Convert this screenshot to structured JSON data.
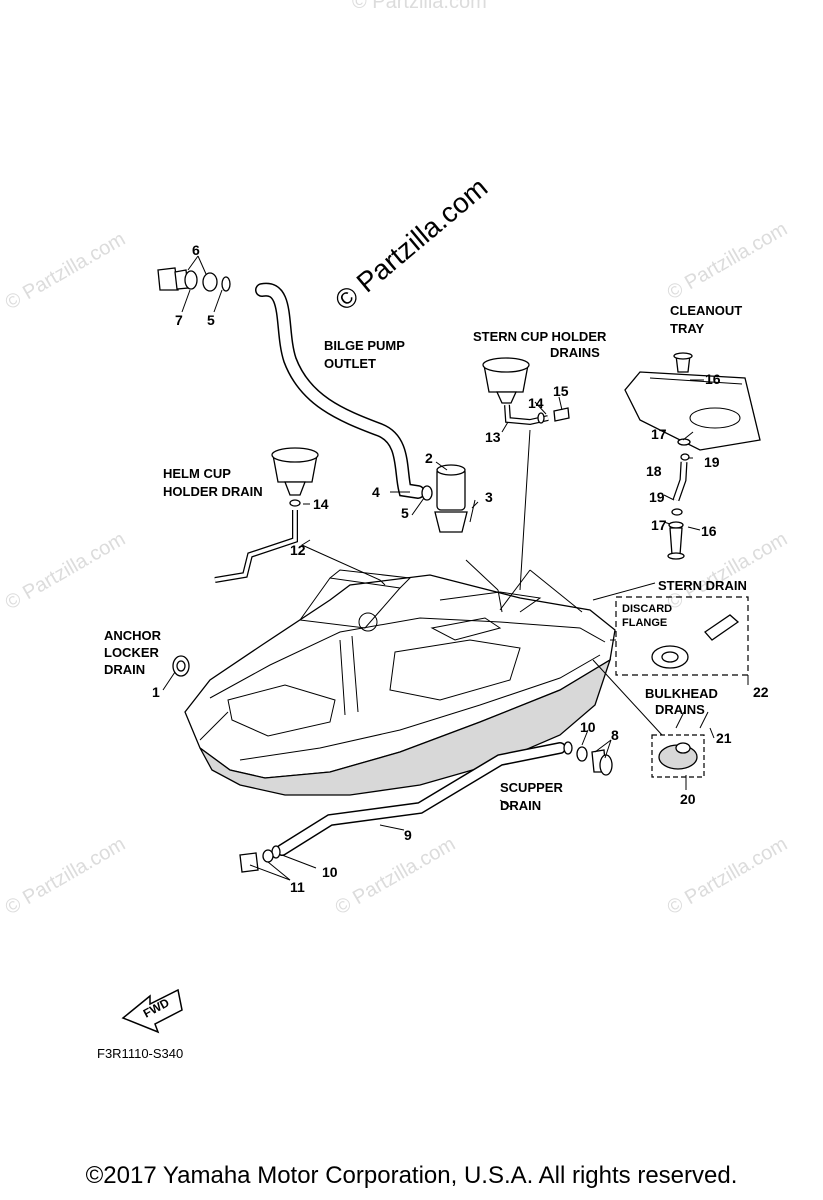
{
  "watermark_main": "© Partzilla.com",
  "watermark_repeat": "© Partzilla.com",
  "labels": {
    "bilge_pump_outlet": [
      "BILGE PUMP",
      "OUTLET"
    ],
    "stern_cup_holder_drains": [
      "STERN CUP HOLDER",
      "DRAINS"
    ],
    "cleanout_tray": [
      "CLEANOUT",
      "TRAY"
    ],
    "helm_cup_holder_drain": [
      "HELM CUP",
      "HOLDER DRAIN"
    ],
    "anchor_locker_drain": [
      "ANCHOR",
      "LOCKER",
      "DRAIN"
    ],
    "stern_drain": "STERN DRAIN",
    "discard_flange": [
      "DISCARD",
      "FLANGE"
    ],
    "bulkhead_drains": [
      "BULKHEAD",
      "DRAINS"
    ],
    "scupper_drain": [
      "SCUPPER",
      "DRAIN"
    ],
    "fwd": "FWD"
  },
  "part_numbers": [
    "1",
    "2",
    "3",
    "4",
    "5",
    "6",
    "7",
    "8",
    "9",
    "10",
    "11",
    "12",
    "13",
    "14",
    "15",
    "16",
    "17",
    "18",
    "19",
    "20",
    "21",
    "22"
  ],
  "diagram_code": "F3R1110-S340",
  "copyright": "©2017  Yamaha Motor Corporation, U.S.A. All rights reserved."
}
